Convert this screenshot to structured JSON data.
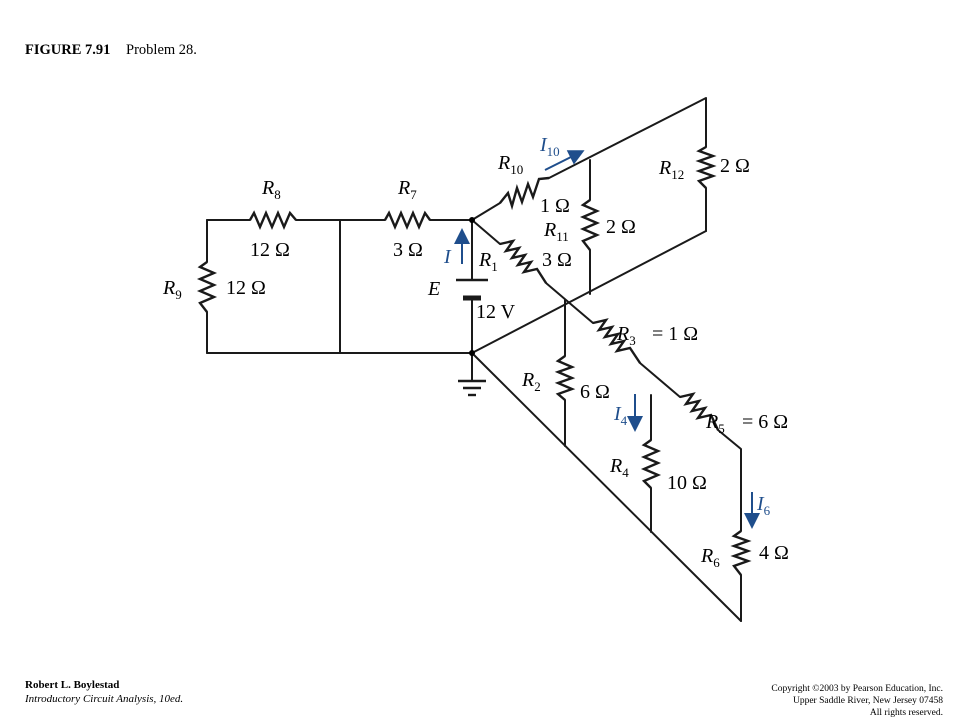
{
  "caption": {
    "figure": "FIGURE 7.91",
    "problem": "Problem 28."
  },
  "footer": {
    "author": "Robert L. Boylestad",
    "book": "Introductory Circuit Analysis, 10ed.",
    "copyright": "Copyright ©2003 by Pearson Education, Inc.",
    "publisher": "Upper Saddle River, New Jersey 07458",
    "rights": "All rights reserved."
  },
  "colors": {
    "wire": "#1a1a1a",
    "current_arrow": "#1f4e8c"
  },
  "components": {
    "R8": {
      "name": "R",
      "sub": "8",
      "value": "12 Ω"
    },
    "R7": {
      "name": "R",
      "sub": "7",
      "value": "3 Ω"
    },
    "R9": {
      "name": "R",
      "sub": "9",
      "value": "12 Ω"
    },
    "R10": {
      "name": "R",
      "sub": "10",
      "value": "1 Ω"
    },
    "R11": {
      "name": "R",
      "sub": "11",
      "value": "2 Ω"
    },
    "R12": {
      "name": "R",
      "sub": "12",
      "value": "2 Ω"
    },
    "R1": {
      "name": "R",
      "sub": "1",
      "value": "3 Ω"
    },
    "R2": {
      "name": "R",
      "sub": "2",
      "value": "6 Ω"
    },
    "R3": {
      "name": "R",
      "sub": "3",
      "value": "= 1 Ω"
    },
    "R4": {
      "name": "R",
      "sub": "4",
      "value": "10 Ω"
    },
    "R5": {
      "name": "R",
      "sub": "5",
      "value": "= 6 Ω"
    },
    "R6": {
      "name": "R",
      "sub": "6",
      "value": "4 Ω"
    },
    "E": {
      "name": "E",
      "value": "12 V"
    }
  },
  "currents": {
    "I": {
      "name": "I"
    },
    "I10": {
      "name": "I",
      "sub": "10"
    },
    "I4": {
      "name": "I",
      "sub": "4"
    },
    "I6": {
      "name": "I",
      "sub": "6"
    }
  }
}
